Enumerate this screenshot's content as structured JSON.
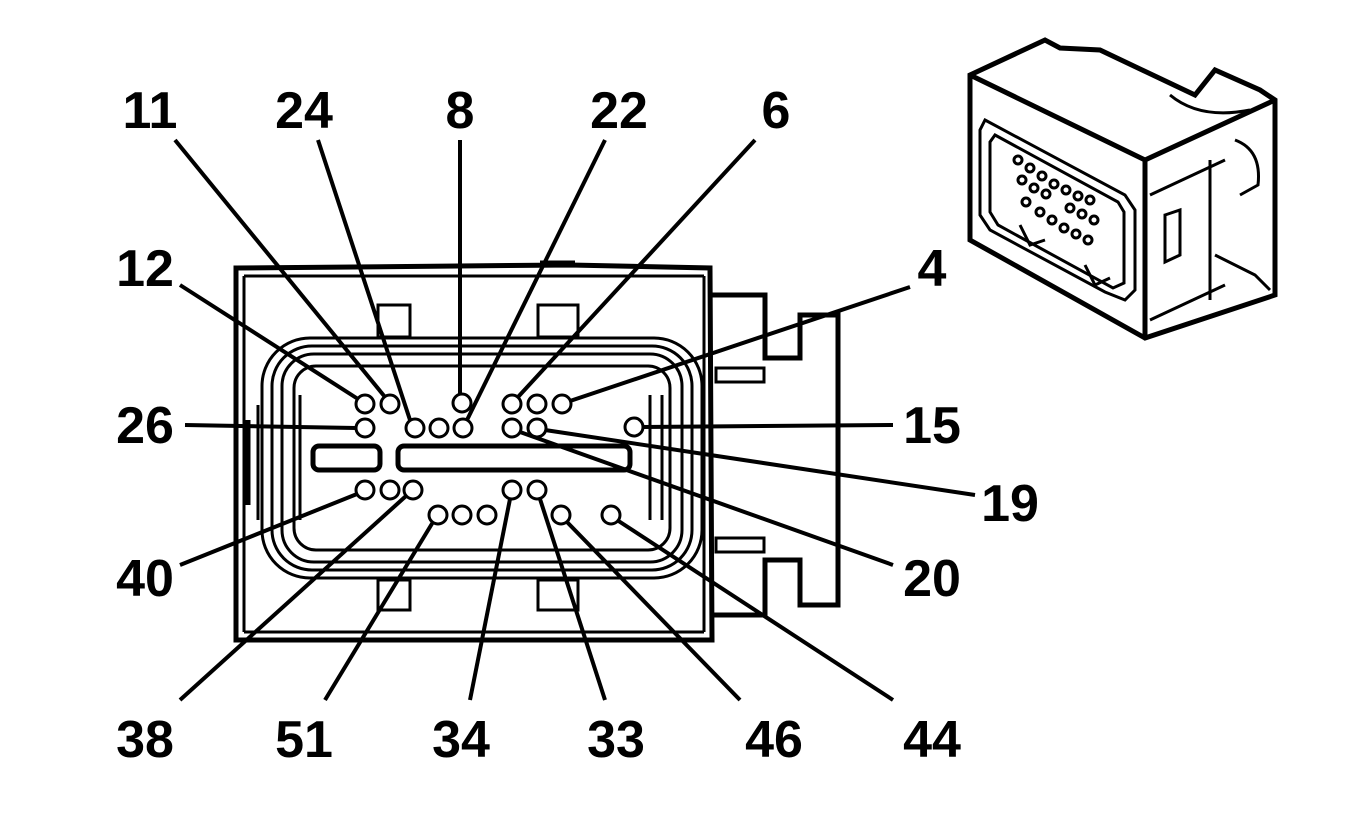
{
  "diagram": {
    "pin_labels": {
      "p11": "11",
      "p24": "24",
      "p8": "8",
      "p22": "22",
      "p6": "6",
      "p12": "12",
      "p4": "4",
      "p26": "26",
      "p15": "15",
      "p19": "19",
      "p20": "20",
      "p40": "40",
      "p38": "38",
      "p51": "51",
      "p34": "34",
      "p33": "33",
      "p46": "46",
      "p44": "44"
    }
  }
}
